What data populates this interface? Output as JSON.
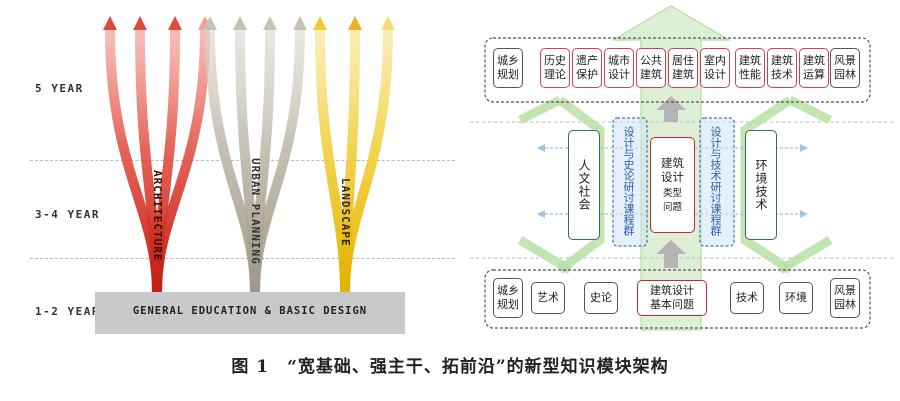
{
  "left": {
    "years": [
      "5 YEAR",
      "3-4 YEAR",
      "1-2 YEAR"
    ],
    "streams": [
      "ARCHITECTURE",
      "URBAN PLANNING",
      "LANDSCAPE"
    ],
    "base": "GENERAL EDUCATION & BASIC DESIGN",
    "colors": {
      "architecture": "#d9342b",
      "urban": "#b8b0a0",
      "landscape": "#e8c81c"
    }
  },
  "right": {
    "top_row": [
      "城乡\n规划",
      "历史\n理论",
      "遗产\n保护",
      "城市\n设计",
      "公共\n建筑",
      "居住\n建筑",
      "室内\n设计",
      "建筑\n性能",
      "建筑\n技术",
      "建筑\n运算",
      "风景\n园林"
    ],
    "middle": {
      "humanities": "人文社会",
      "history_group": "设计与史论研讨课程群",
      "core": "建筑\n设计",
      "core_sub": "类型\n问题",
      "tech_group": "设计与技术研讨课程群",
      "environment": "环境技术"
    },
    "bottom_row": [
      "城乡\n规划",
      "艺术",
      "史论",
      "建筑设计\n基本问题",
      "技术",
      "环境",
      "风景\n园林"
    ]
  },
  "caption": "图 1　“宽基础、强主干、拓前沿”的新型知识模块架构"
}
